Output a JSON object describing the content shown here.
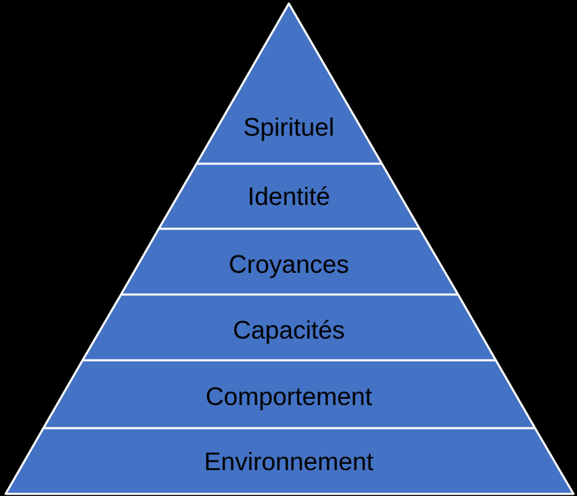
{
  "pyramid": {
    "levels": [
      {
        "label": "Spirituel"
      },
      {
        "label": "Identité"
      },
      {
        "label": "Croyances"
      },
      {
        "label": "Capacités"
      },
      {
        "label": "Comportement"
      },
      {
        "label": "Environnement"
      }
    ],
    "colors": {
      "level_fill": "#4472C4",
      "outline": "#FFFFFF",
      "label_text": "#000000",
      "background": "#000000"
    }
  }
}
